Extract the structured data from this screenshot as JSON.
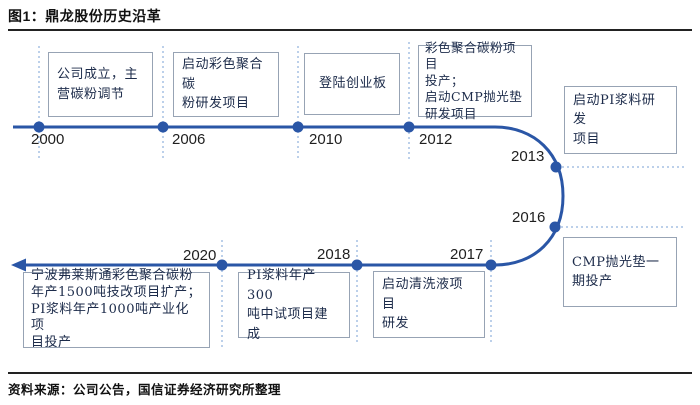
{
  "figure": {
    "title": "图1：鼎龙股份历史沿革",
    "source": "资料来源：公司公告，国信证券经济研究所整理"
  },
  "colors": {
    "timeline_blue": "#2a56a6",
    "guide_blue": "#79a0d6",
    "box_border_gray": "#97a3b4",
    "box_text_navy": "#1c2b4a"
  },
  "timeline": {
    "events": [
      {
        "year": "2000",
        "text": "公司成立，主\n营碳粉调节"
      },
      {
        "year": "2006",
        "text": "启动彩色聚合碳\n粉研发项目"
      },
      {
        "year": "2010",
        "text": "登陆创业板"
      },
      {
        "year": "2012",
        "text": "彩色聚合碳粉项目\n投产；\n启动CMP抛光垫\n研发项目"
      },
      {
        "year": "2013",
        "text": "启动PI浆料研发\n项目"
      },
      {
        "year": "2016",
        "text": "CMP抛光垫一\n期投产"
      },
      {
        "year": "2017",
        "text": "启动清洗液项目\n研发"
      },
      {
        "year": "2018",
        "text": "PI浆料年产300\n吨中试项目建成"
      },
      {
        "year": "2020",
        "text": "宁波弗莱斯通彩色聚合碳粉\n年产1500吨技改项目扩产；\nPI浆料年产1000吨产业化项\n目投产"
      }
    ]
  }
}
